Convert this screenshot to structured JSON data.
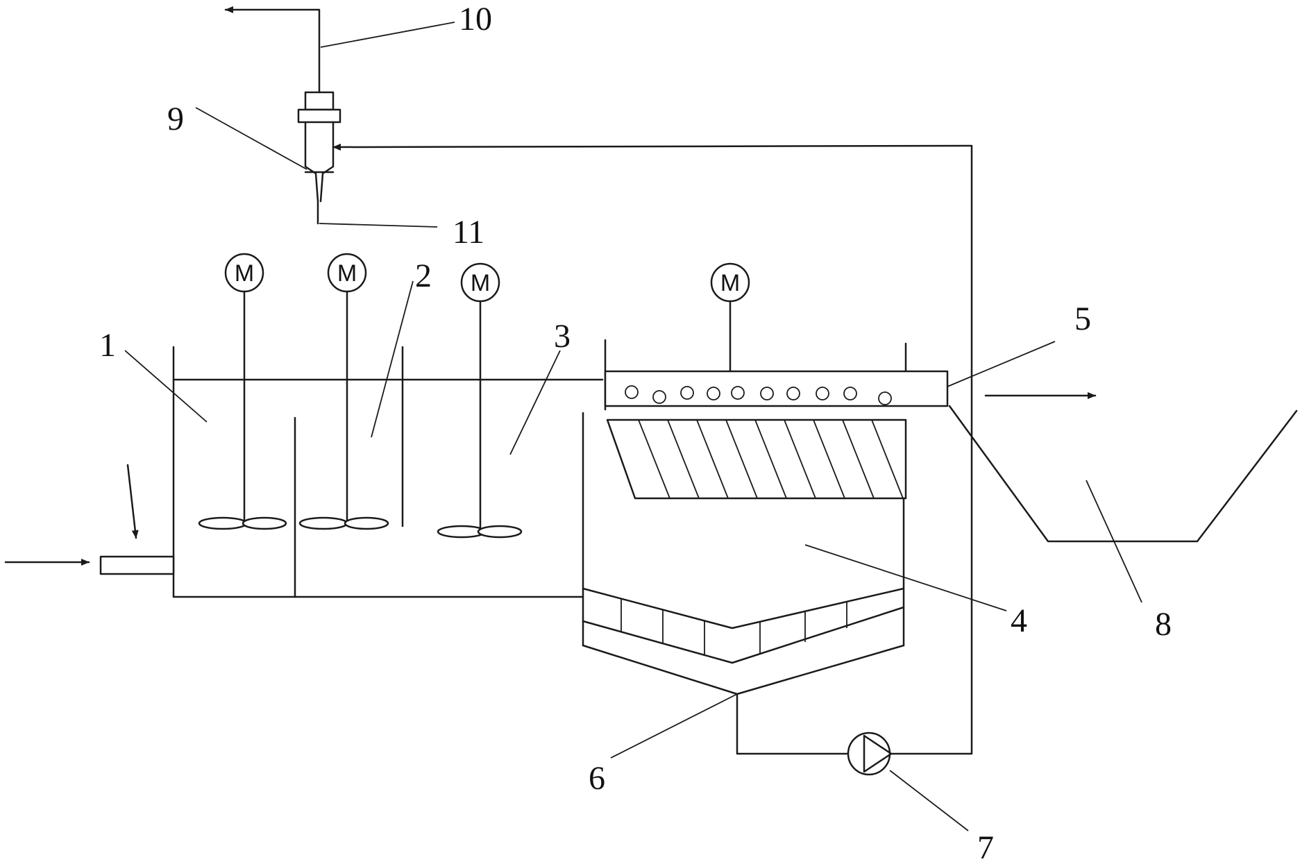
{
  "labels": {
    "l1": "1",
    "l2": "2",
    "l3": "3",
    "l4": "4",
    "l5": "5",
    "l6": "6",
    "l7": "7",
    "l8": "8",
    "l9": "9",
    "l10": "10",
    "l11": "11"
  },
  "motor_symbol": "M",
  "colors": {
    "line": "#1a1a1a",
    "background": "#ffffff"
  }
}
